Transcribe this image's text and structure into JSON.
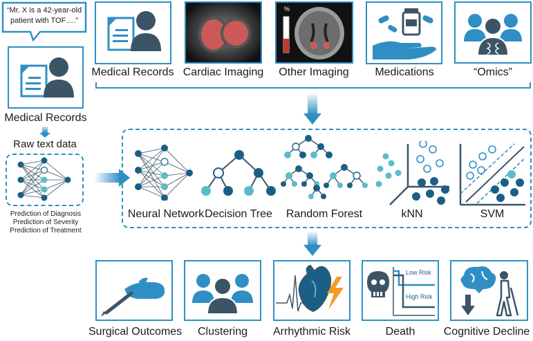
{
  "speech": {
    "line1": "“Mr. X is a 42-year-old",
    "line2": "patient with TOF….”"
  },
  "left": {
    "records_label": "Medical Records",
    "raw_text_label": "Raw text data",
    "predictions": [
      "Prediction of Diagnosis",
      "Prediction of Severity",
      "Prediction of Treatment"
    ]
  },
  "inputs": [
    {
      "label": "Medical Records"
    },
    {
      "label": "Cardiac Imaging"
    },
    {
      "label": "Other Imaging",
      "gauge_label": "%"
    },
    {
      "label": "Medications"
    },
    {
      "label": "“Omics”"
    }
  ],
  "models": [
    {
      "label": "Neural Network"
    },
    {
      "label": "Decision Tree"
    },
    {
      "label": "Random Forest"
    },
    {
      "label": "kNN"
    },
    {
      "label": "SVM"
    }
  ],
  "outputs": [
    {
      "label": "Surgical Outcomes"
    },
    {
      "label": "Clustering"
    },
    {
      "label": "Arrhythmic Risk"
    },
    {
      "label": "Death",
      "low_risk": "Low Risk",
      "high_risk": "High Risk"
    },
    {
      "label": "Cognitive Decline"
    }
  ],
  "colors": {
    "primary": "#2f8fc4",
    "dark": "#1b5f86",
    "teal": "#5bbcc8",
    "navy": "#3b5566",
    "red": "#e04b4b",
    "orange": "#f39c1e"
  }
}
